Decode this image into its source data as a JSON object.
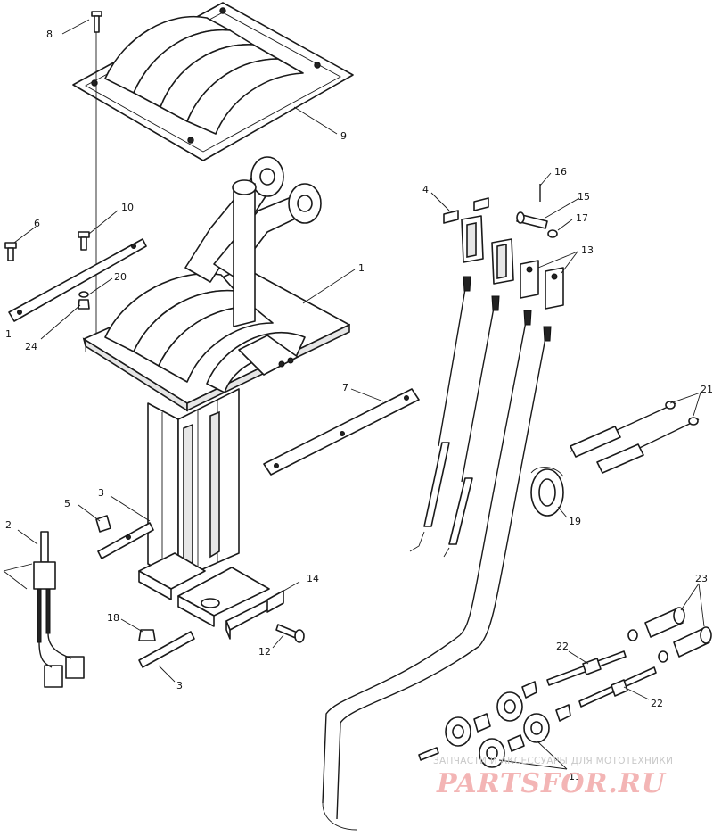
{
  "callouts": {
    "c8": "8",
    "c9": "9",
    "c6": "6",
    "c10": "10",
    "c20": "20",
    "c1a": "1",
    "c1b": "1",
    "c24": "24",
    "c7": "7",
    "c4": "4",
    "c16": "16",
    "c15": "15",
    "c17": "17",
    "c13": "13",
    "c21": "21",
    "c19": "19",
    "c3a": "3",
    "c5": "5",
    "c2": "2",
    "c14": "14",
    "c18": "18",
    "c12": "12",
    "c3b": "3",
    "c23": "23",
    "c22a": "22",
    "c22b": "22",
    "c11": "11"
  },
  "watermark": {
    "tagline": "ЗАПЧАСТИ И АКСЕССУАРЫ ДЛЯ МОТОТЕХНИКИ",
    "logo": "PARTSFOR.RU"
  },
  "colors": {
    "ink": "#1a1a1a",
    "paper": "#ffffff",
    "watermark_logo": "#f3b5b5",
    "watermark_text": "#c8c8c8"
  }
}
